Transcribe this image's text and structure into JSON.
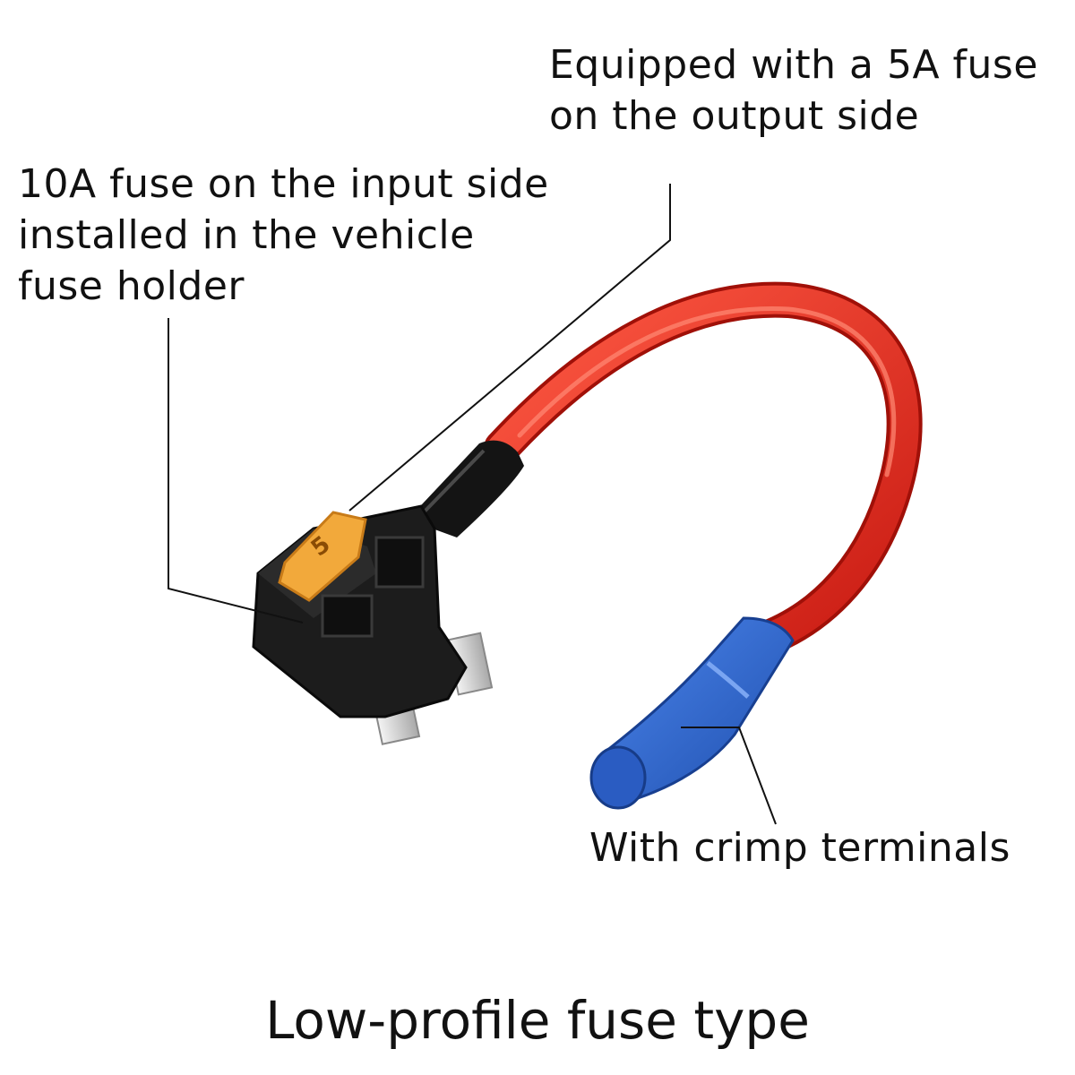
{
  "callouts": {
    "output_fuse": [
      "Equipped with a 5A fuse",
      "on the output side"
    ],
    "input_fuse": [
      "10A fuse on the input side",
      "installed in the vehicle",
      "fuse holder"
    ],
    "crimp": "With crimp terminals"
  },
  "caption": "Low-profile fuse type",
  "fuse_marking": "5",
  "colors": {
    "wire": "#e8281e",
    "holder": "#1c1c1c",
    "fuse": "#f2a93b",
    "terminal": "#2e63c8",
    "text": "#111111"
  }
}
